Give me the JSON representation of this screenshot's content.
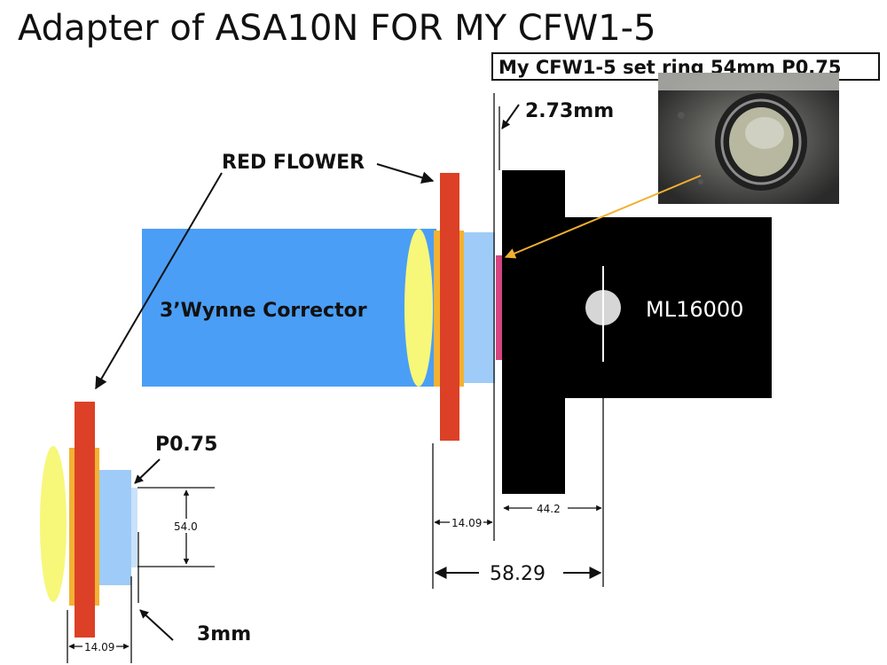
{
  "title": "Adapter of ASA10N FOR MY CFW1-5",
  "caption": "My CFW1-5  set ring 54mm P0.75",
  "labels": {
    "red_flower": "RED FLOWER",
    "corrector": "3’Wynne Corrector",
    "camera": "ML16000",
    "pitch": "P0.75",
    "ring_gap": "2.73mm",
    "thread_len": "3mm"
  },
  "dimensions": {
    "ring_diameter": "54.0",
    "flower_width_top": "14.09",
    "flower_width_bottom": "14.09",
    "back_focus_camera": "44.2",
    "total_back_focus": "58.29"
  },
  "colors": {
    "corrector_blue": "#4a9ef5",
    "adapter_light_blue": "#9fcbf8",
    "flower_red": "#dc4026",
    "flange_orange": "#f2b233",
    "lens_yellow": "#f7f77a",
    "camera_black": "#000000",
    "ring_pink": "#d5457f",
    "pointer_orange": "#f0b030",
    "sensor_gray": "#d6d6d6"
  },
  "photo": {
    "subject": "filter-wheel-set-ring-photo"
  }
}
